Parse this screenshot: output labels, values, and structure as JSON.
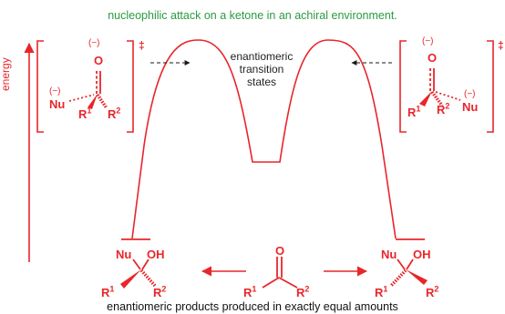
{
  "title": "nucleophilic attack on a ketone in an achiral environment.",
  "center_label": {
    "line1": "enantiomeric",
    "line2": "transition",
    "line3": "states"
  },
  "axis_label": "energy",
  "bottom_caption": "enantiomeric products produced in exactly equal amounts",
  "labels": {
    "minus": "(−)",
    "dagger": "‡",
    "oxygen": "O",
    "nu": "Nu",
    "oh": "OH",
    "r": "R",
    "one": "1",
    "two": "2"
  },
  "colors": {
    "red": "#e8262a",
    "green": "#2b9a3f",
    "curve": "#e8262a",
    "black": "#1a1a1a"
  }
}
